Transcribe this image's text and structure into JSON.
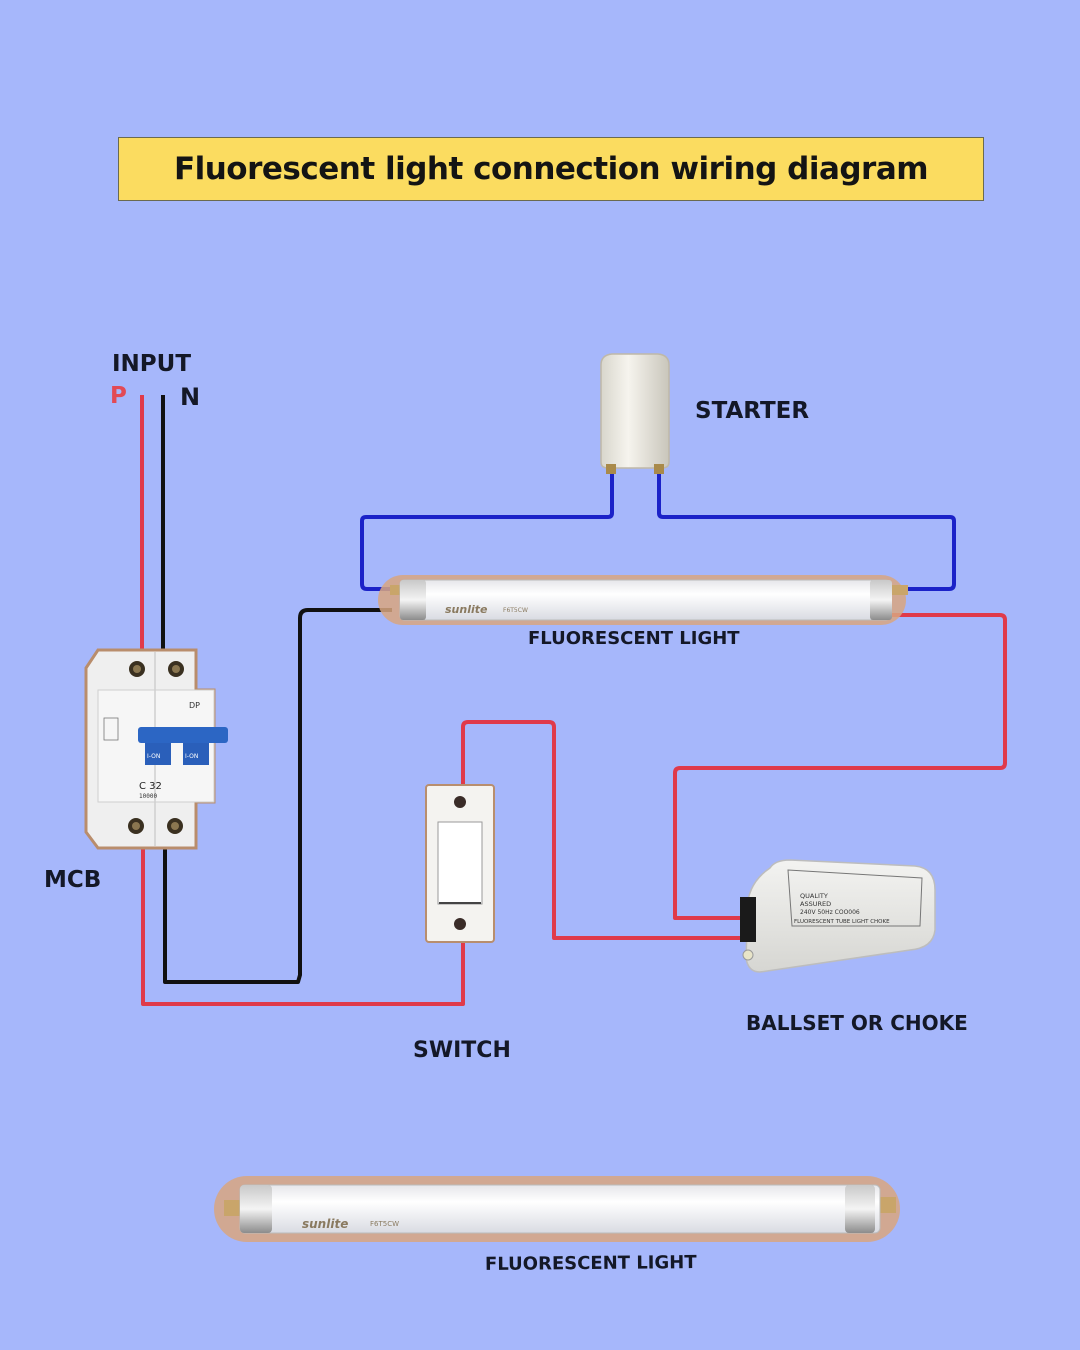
{
  "title": "Fluorescent light connection wiring diagram",
  "colors": {
    "background": "#a6b7fb",
    "title_bg": "#fbdc60",
    "phase_wire": "#e03a4a",
    "neutral_wire": "#111111",
    "starter_wire": "#1b22c8"
  },
  "labels": {
    "input": "INPUT",
    "phase": "P",
    "neutral": "N",
    "mcb": "MCB",
    "starter": "STARTER",
    "tube_light": "FLUORESCENT LIGHT",
    "switch": "SWITCH",
    "ballast": "BALLSET OR CHOKE",
    "tube_light_bottom": "FLUORESCENT LIGHT"
  },
  "mcb": {
    "pole_label": "DP",
    "rating": "C 32",
    "handle_text": "I-ON",
    "code": "10000"
  },
  "tube": {
    "brand": "sunlite",
    "model": "F6T5CW"
  },
  "ballast": {
    "line1": "QUALITY",
    "line2": "ASSURED",
    "line3": "240V 50Hz COO006",
    "line4": "FLUORESCENT TUBE LIGHT CHOKE"
  }
}
